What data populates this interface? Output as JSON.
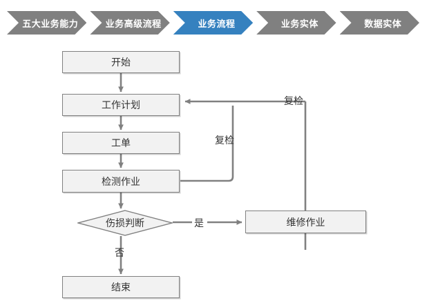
{
  "breadcrumb": {
    "active_color": "#3581BF",
    "inactive_color": "#808080",
    "text_color": "#FFFFFF",
    "items": [
      {
        "label": "五大业务能力",
        "active": false
      },
      {
        "label": "业务高级流程",
        "active": false
      },
      {
        "label": "业务流程",
        "active": true
      },
      {
        "label": "业务实体",
        "active": false
      },
      {
        "label": "数据实体",
        "active": false
      }
    ]
  },
  "flowchart": {
    "node_fill": "#F2F2F2",
    "node_border": "#808080",
    "line_color": "#808080",
    "nodes": [
      {
        "id": "start",
        "label": "开始",
        "shape": "rect"
      },
      {
        "id": "work-plan",
        "label": "工作计划",
        "shape": "rect"
      },
      {
        "id": "work-order",
        "label": "工单",
        "shape": "rect"
      },
      {
        "id": "inspection-task",
        "label": "检测作业",
        "shape": "rect"
      },
      {
        "id": "damage-decision",
        "label": "伤损判断",
        "shape": "diamond"
      },
      {
        "id": "repair-task",
        "label": "维修作业",
        "shape": "rect"
      },
      {
        "id": "end",
        "label": "结束",
        "shape": "rect"
      }
    ],
    "edge_labels": [
      {
        "id": "recheck-inspection",
        "label": "复检"
      },
      {
        "id": "recheck-repair",
        "label": "复检"
      },
      {
        "id": "decision-yes",
        "label": "是"
      },
      {
        "id": "decision-no",
        "label": "否"
      }
    ]
  }
}
